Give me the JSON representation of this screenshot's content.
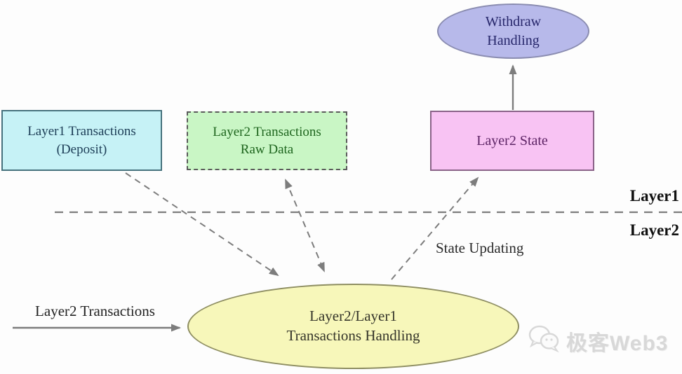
{
  "diagram": {
    "type": "flow-diagram",
    "topic": "Layer1 / Layer2 transaction handling"
  },
  "nodes": {
    "deposit": {
      "label": "Layer1 Transactions\n(Deposit)",
      "shape": "rectangle",
      "border_style": "solid",
      "fill": "#c6f2f6",
      "border": "#46727d",
      "text_color": "#1d3e57"
    },
    "rawdata": {
      "label": "Layer2 Transactions\nRaw Data",
      "shape": "rectangle",
      "border_style": "dashed",
      "fill": "#c9f6c5",
      "border": "#5b5b5b",
      "text_color": "#1e651e"
    },
    "state": {
      "label": "Layer2 State",
      "shape": "rectangle",
      "border_style": "solid",
      "fill": "#f8c3f3",
      "border": "#8a6288",
      "text_color": "#5d2465"
    },
    "withdraw": {
      "label": "Withdraw\nHandling",
      "shape": "ellipse",
      "border_style": "solid",
      "fill": "#b7b9ea",
      "border": "#8a8cb0",
      "text_color": "#26266a"
    },
    "handling": {
      "label": "Layer2/Layer1\nTransactions Handling",
      "shape": "ellipse",
      "border_style": "solid",
      "fill": "#f7f7ba",
      "border": "#8e8e62",
      "text_color": "#35352a"
    }
  },
  "edges": [
    {
      "from": "Layer1 Transactions (Deposit)",
      "to": "Layer2/Layer1 Transactions Handling",
      "style": "dashed",
      "bidirectional": false
    },
    {
      "from": "Layer2/Layer1 Transactions Handling",
      "to": "Layer2 Transactions Raw Data",
      "style": "dashed",
      "bidirectional": true
    },
    {
      "from": "Layer2/Layer1 Transactions Handling",
      "to": "Layer2 State",
      "style": "dashed",
      "bidirectional": false,
      "label": "State Updating"
    },
    {
      "from": "Layer2 State",
      "to": "Withdraw Handling",
      "style": "solid",
      "bidirectional": false
    },
    {
      "from": "offscreen-left",
      "to": "Layer2/Layer1 Transactions Handling",
      "style": "solid",
      "bidirectional": false,
      "label": "Layer2 Transactions"
    }
  ],
  "edge_labels": {
    "state_updating": "State Updating",
    "layer2_transactions": "Layer2 Transactions"
  },
  "layer_labels": {
    "top": "Layer1",
    "bottom": "Layer2"
  },
  "separator": {
    "style": "dashed",
    "orientation": "horizontal",
    "color": "#7d7d7d"
  },
  "watermark": {
    "text": "极客Web3",
    "icon": "chat-bubbles-icon",
    "color": "#d7d7d7"
  },
  "colors": {
    "background": "#fdfdfd",
    "arrow": "#7d7d7d",
    "layer_label_text": "#111111"
  }
}
